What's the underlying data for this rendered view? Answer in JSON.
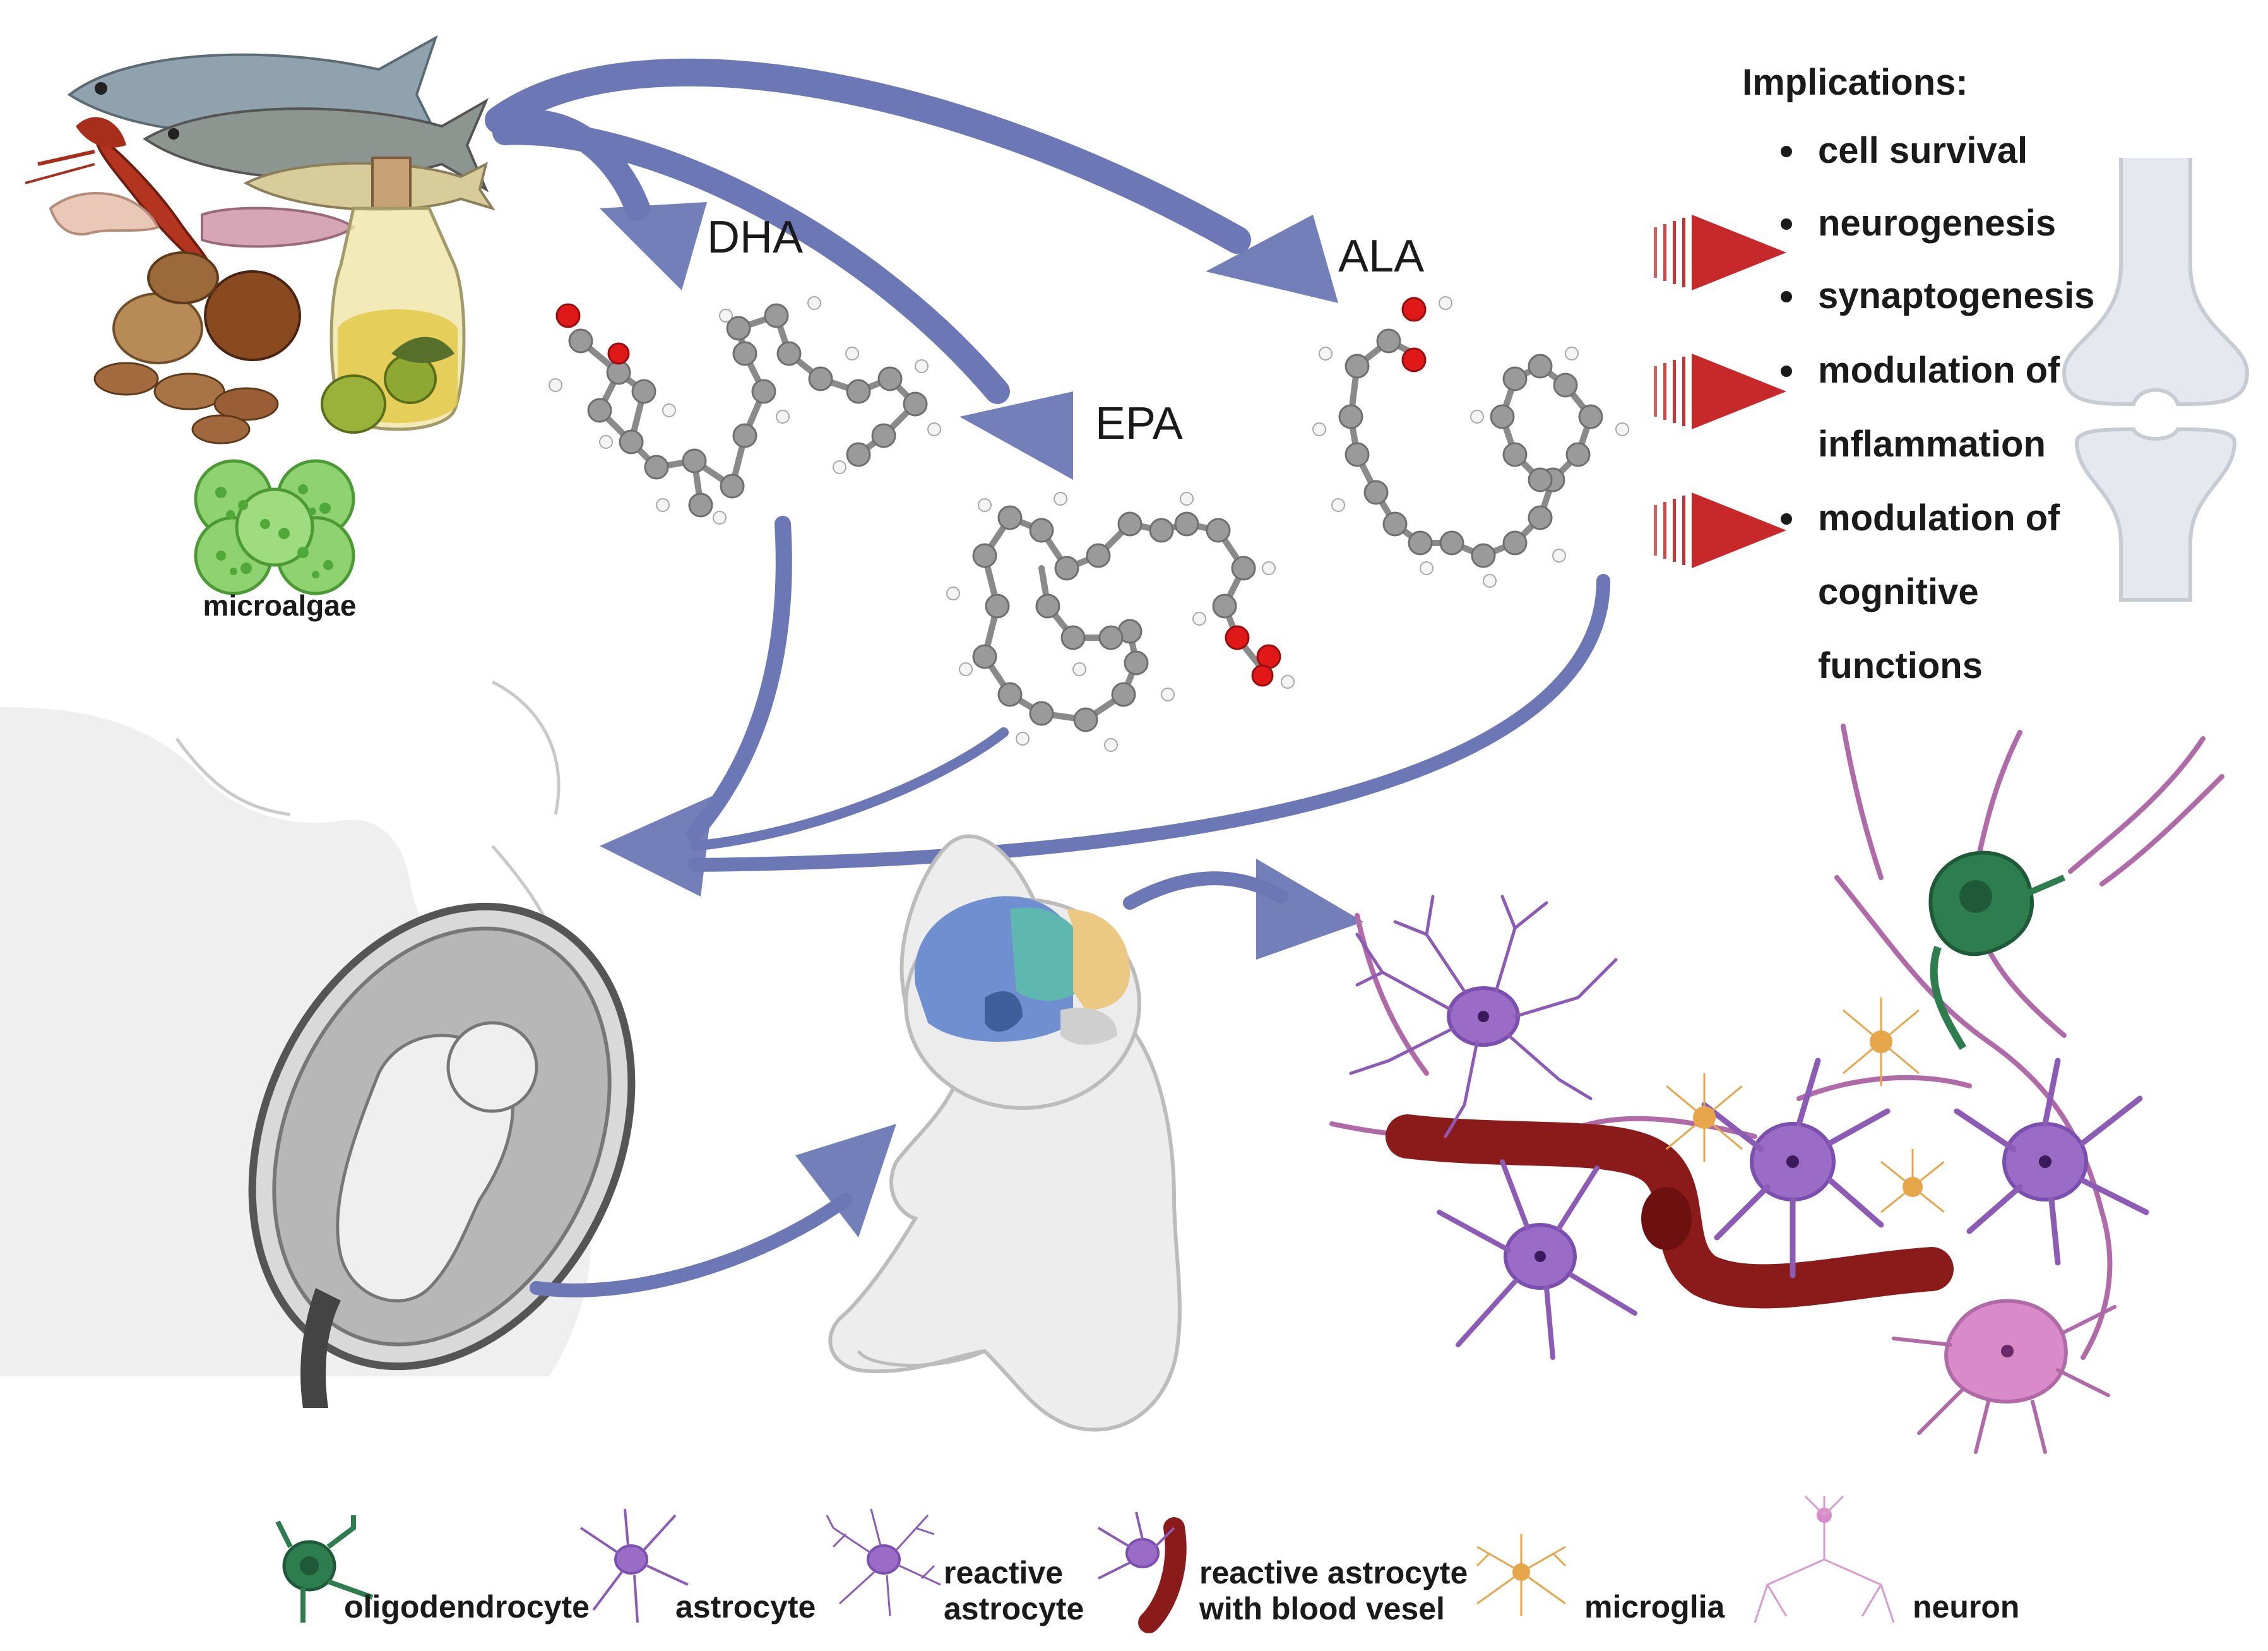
{
  "molecules": {
    "dha": "DHA",
    "epa": "EPA",
    "ala": "ALA"
  },
  "sources": {
    "microalgae_label": "microalgae"
  },
  "implications": {
    "title": "Implications:",
    "items": [
      "cell survival",
      "neurogenesis",
      "synaptogenesis",
      "modulation of",
      "inflammation",
      "modulation of",
      "cognitive",
      "functions"
    ]
  },
  "legend": {
    "oligodendrocyte": "oligodendrocyte",
    "astrocyte": "astrocyte",
    "reactive_astrocyte_line1": "reactive",
    "reactive_astrocyte_line2": "astrocyte",
    "reactive_vessel_line1": "reactive astrocyte",
    "reactive_vessel_line2": "with blood vesel",
    "microglia": "microglia",
    "neuron": "neuron"
  },
  "colors": {
    "arrow": "#6b78b5",
    "red_arrow": "#c7282a",
    "oligodendrocyte": "#2e7d4f",
    "astrocyte": "#8b5bb5",
    "reactive_astrocyte": "#7a4fb0",
    "blood_vessel": "#8b1a1a",
    "microglia": "#e8a64a",
    "neuron": "#b06aa8",
    "microalgae": "#6cc04a",
    "brain_blue": "#6f8fd0",
    "brain_teal": "#5fb8b0",
    "brain_yellow": "#ecc983"
  }
}
